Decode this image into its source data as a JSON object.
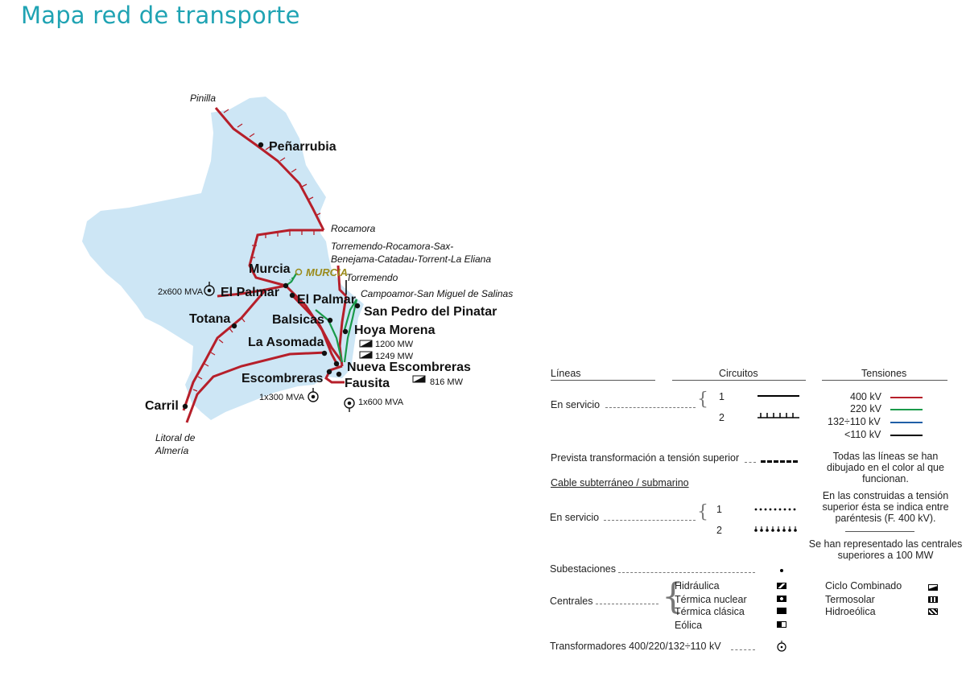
{
  "header": {
    "title": "Mapa red de transporte"
  },
  "colors": {
    "region": "#cde6f5",
    "line_400": "#b61f2a",
    "line_220": "#1a9a4a",
    "line_132": "#1f5fa6",
    "line_110": "#000000",
    "title": "#1fa3b3"
  },
  "map": {
    "places": {
      "pinilla": "Pinilla",
      "penarrubia": "Peñarrubia",
      "rocamora": "Rocamora",
      "torremendo_route_1": "Torremendo-Rocamora-Sax-",
      "torremendo_route_2": "Benejama-Catadau-Torrent-La Eliana",
      "murcia": "Murcia",
      "murcia_sub": "MURCIA",
      "torremendo": "Torremendo",
      "el_palmar_1": "El Palmar",
      "el_palmar_2": "El Palmar",
      "campoamor": "Campoamor-San Miguel de Salinas",
      "san_pedro": "San Pedro del Pinatar",
      "totana": "Totana",
      "balsicas": "Balsicas",
      "hoya_morena": "Hoya Morena",
      "la_asomada": "La Asomada",
      "nueva_escombreras": "Nueva Escombreras",
      "escombreras": "Escombreras",
      "fausita": "Fausita",
      "carril": "Carril",
      "litoral_1": "Litoral de",
      "litoral_2": "Almería"
    },
    "annotations": {
      "mva_2x600": "2x600 MVA",
      "mva_1x300": "1x300 MVA",
      "mva_1x600": "1x600 MVA",
      "mw_1200": "1200 MW",
      "mw_1249": "1249 MW",
      "mw_816": "816 MW"
    }
  },
  "legend": {
    "lineas": "Líneas",
    "circuitos": "Circuitos",
    "tensiones": "Tensiones",
    "en_servicio": "En servicio",
    "circ_1": "1",
    "circ_2": "2",
    "v400": "400 kV",
    "v220": "220 kV",
    "v132": "132÷110 kV",
    "v110": "<110 kV",
    "prevista": "Prevista transformación a tensión superior",
    "cable": "Cable subterráneo / submarino",
    "en_servicio_2": "En servicio",
    "circ_1b": "1",
    "circ_2b": "2",
    "note1": "Todas las líneas se han dibujado en el color al que funcionan.",
    "note2": "En las construidas a tensión superior ésta se indica entre paréntesis (F. 400 kV).",
    "note3": "Se han representado las centrales superiores a 100 MW",
    "subestaciones": "Subestaciones",
    "centrales": "Centrales",
    "hidraulica": "Hidráulica",
    "termica_nuclear": "Térmica nuclear",
    "termica_clasica": "Térmica clásica",
    "eolica": "Eólica",
    "ciclo": "Ciclo Combinado",
    "termosolar": "Termosolar",
    "hidroeolica": "Hidroeólica",
    "transformadores": "Transformadores 400/220/132÷110 kV"
  }
}
